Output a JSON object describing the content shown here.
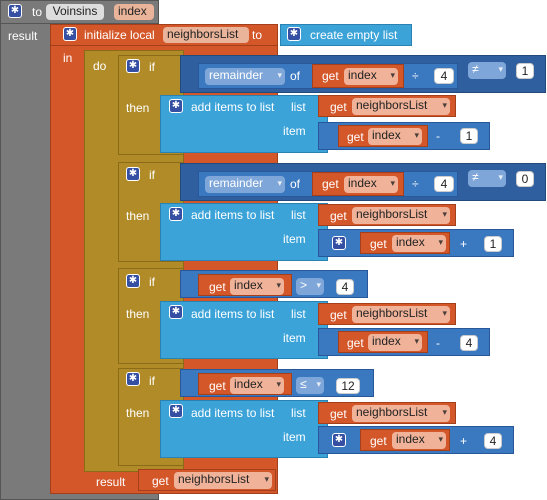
{
  "proc": {
    "to": "to",
    "name": "Voinsins",
    "param": "index",
    "result": "result"
  },
  "init": {
    "label": "initialize local",
    "var": "neighborsList",
    "to": "to",
    "value": "create empty list"
  },
  "in_label": "in",
  "do_label": "do",
  "if_label": "if",
  "then_label": "then",
  "add_label": "add items to list",
  "list_label": "list",
  "item_label": "item",
  "get": "get",
  "index": "index",
  "neighborsList": "neighborsList",
  "remainder": "remainder",
  "of": "of",
  "divide": "÷",
  "minus": "-",
  "plus": "+",
  "blocks": [
    {
      "cond_num": "4",
      "cmp": "≠",
      "rhs": "1",
      "op": "-",
      "operand": "1"
    },
    {
      "cond_num": "4",
      "cmp": "≠",
      "rhs": "0",
      "op": "+",
      "operand": "1"
    },
    {
      "cmp": ">",
      "rhs": "4",
      "op": "-",
      "operand": "4"
    },
    {
      "cmp": "≤",
      "rhs": "12",
      "op": "+",
      "operand": "4"
    }
  ],
  "result_label": "result",
  "icon": "gear-icon"
}
